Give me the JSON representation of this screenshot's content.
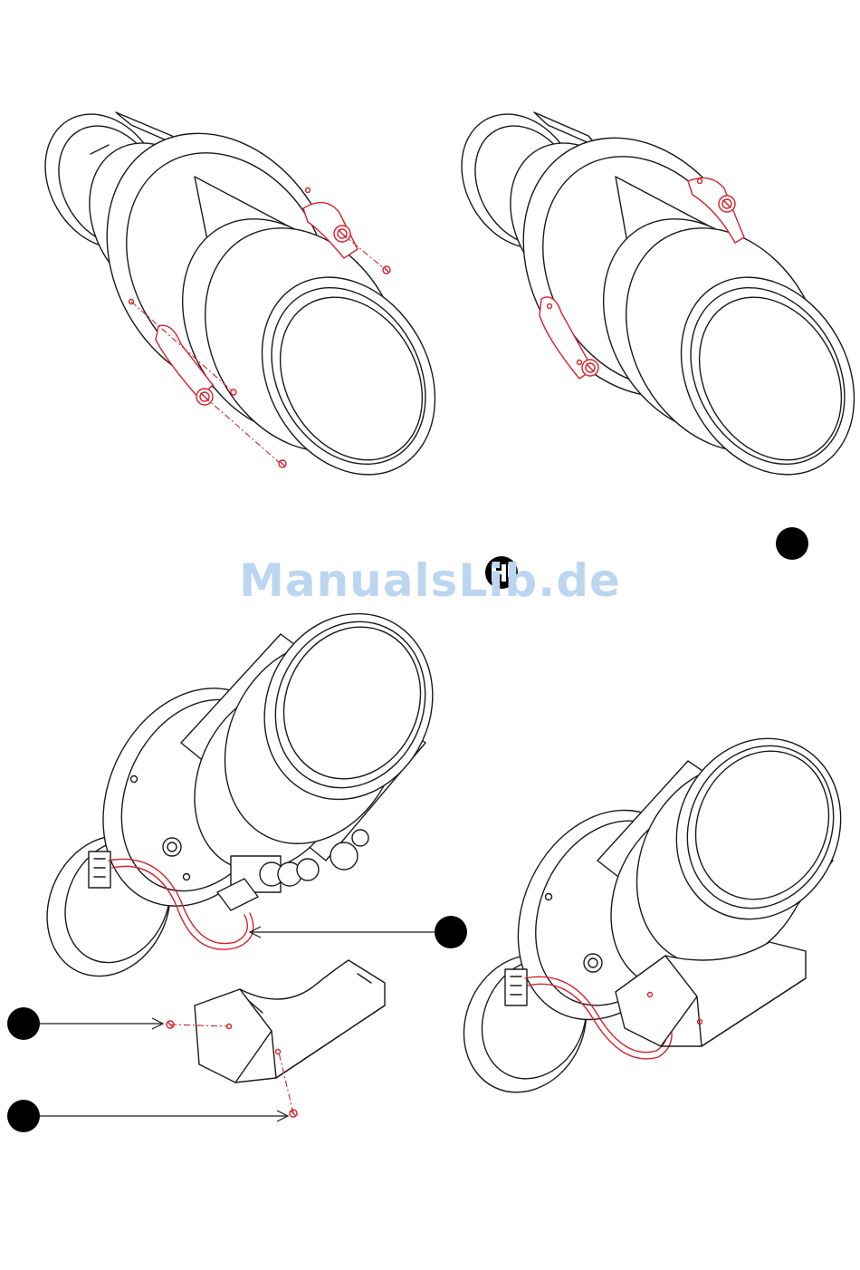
{
  "watermark": {
    "text": "ManualsLib.de",
    "color": "#bcd6f2"
  },
  "colors": {
    "ink": "#1a1a1a",
    "highlight": "#d8202a",
    "callout": "#000000"
  },
  "icons": [
    "manualslib-logo-icon"
  ],
  "callouts": [
    {
      "id": "A"
    },
    {
      "id": "B"
    },
    {
      "id": "C"
    },
    {
      "id": "D"
    }
  ]
}
